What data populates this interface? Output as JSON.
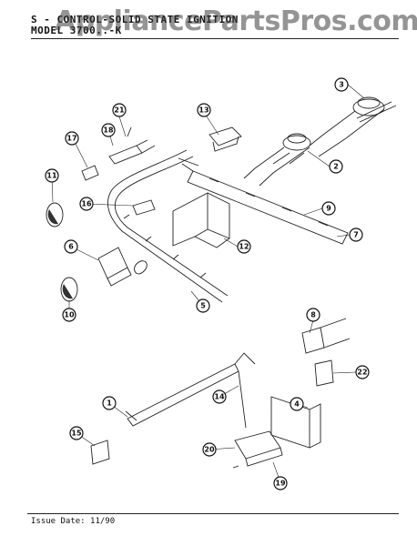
{
  "header": {
    "line1": "S    -   CONTROL-SOLID STATE IGNITION",
    "line2": "MODEL  3700..-K"
  },
  "watermark": "AppliancePartsPros.com",
  "footer": {
    "issue": "Issue Date: 11/90"
  },
  "callouts": [
    "1",
    "2",
    "3",
    "4",
    "5",
    "6",
    "7",
    "8",
    "9",
    "10",
    "11",
    "12",
    "13",
    "14",
    "15",
    "16",
    "17",
    "18",
    "19",
    "20",
    "21",
    "22"
  ]
}
